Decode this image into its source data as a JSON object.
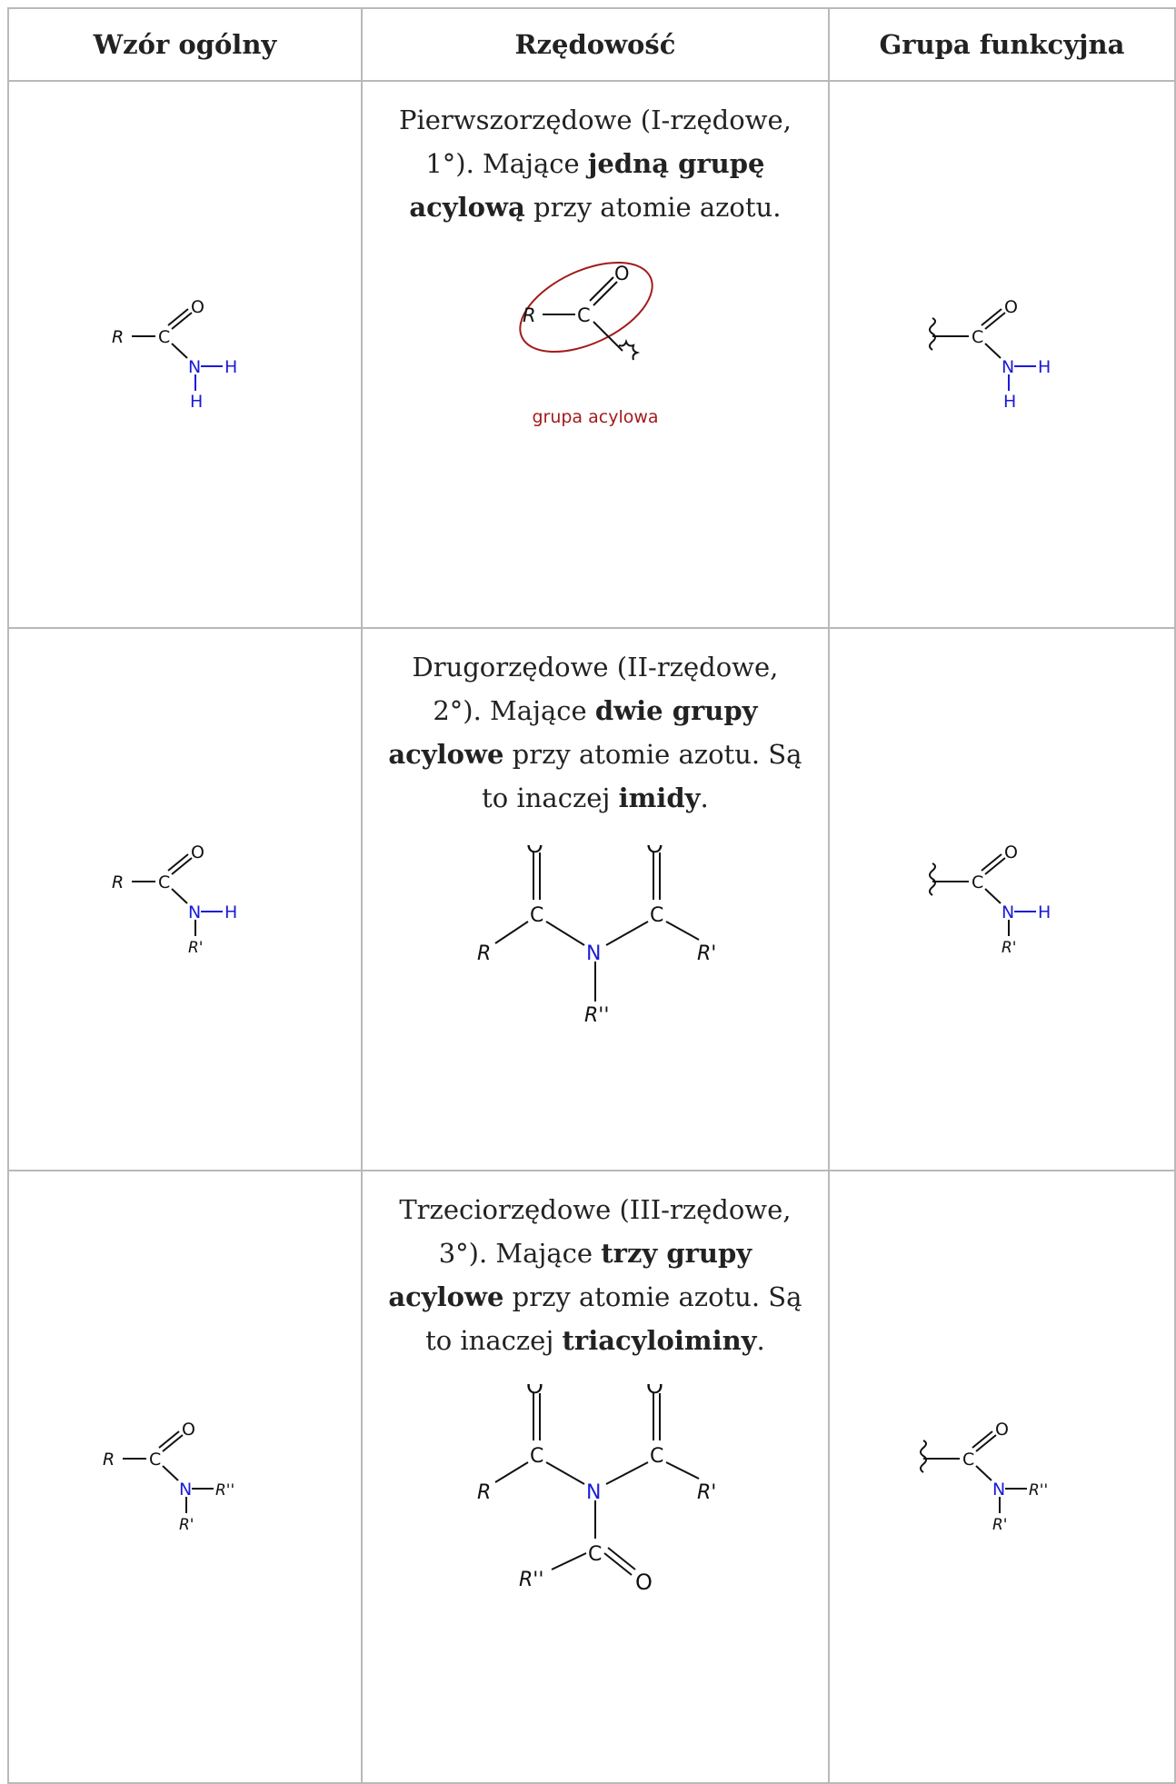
{
  "headers": [
    "Wzór ogólny",
    "Rzędowość",
    "Grupa funkcyjna"
  ],
  "atoms": {
    "R": "R",
    "C": "C",
    "O": "O",
    "N": "N",
    "H": "H",
    "R1": "R'",
    "R2": "R''"
  },
  "acyl_label": "grupa acylowa",
  "colors": {
    "nitrogen": "#1a1adb",
    "acyl": "#a31b1b",
    "border": "#b9b9b9",
    "text": "#222222"
  },
  "rows": [
    {
      "desc": {
        "pre": "Pierwszorzędowe (I-rzędowe, 1°). Mające ",
        "bold1": "jedną grupę acylową",
        "mid": " przy atomie azotu.",
        "bold2": "",
        "post": ""
      }
    },
    {
      "desc": {
        "pre": "Drugorzędowe (II-rzędowe, 2°). Mające ",
        "bold1": "dwie grupy acylowe",
        "mid": " przy atomie azotu. Są to inaczej ",
        "bold2": "imidy",
        "post": "."
      }
    },
    {
      "desc": {
        "pre": "Trzeciorzędowe (III-rzędowe, 3°). Mające ",
        "bold1": "trzy grupy acylowe",
        "mid": " przy atomie azotu. Są to inaczej ",
        "bold2": "triacyloiminy",
        "post": "."
      }
    }
  ]
}
